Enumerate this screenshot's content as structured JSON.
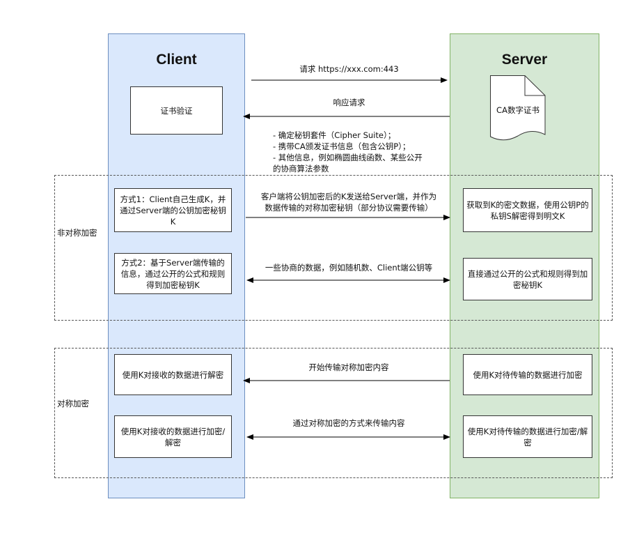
{
  "lanes": {
    "client": "Client",
    "server": "Server"
  },
  "sections": {
    "asymmetric": "非对称加密",
    "symmetric": "对称加密"
  },
  "client_boxes": {
    "cert_verify": "证书验证",
    "method1": "方式1：Client自己生成K，并通过Server端的公钥加密秘钥K",
    "method2": "方式2：基于Server端传输的信息，通过公开的公式和规则得到加密秘钥K",
    "decrypt": "使用K对接收的数据进行解密",
    "encrypt_decrypt": "使用K对接收的数据进行加密/解密"
  },
  "server_boxes": {
    "ca_cert": "CA数字证书",
    "get_k": "获取到K的密文数据，使用公钥P的私钥S解密得到明文K",
    "derive_k": "直接通过公开的公式和规则得到加密秘钥K",
    "encrypt": "使用K对待传输的数据进行加密",
    "encrypt_decrypt": "使用K对待传输的数据进行加密/解密"
  },
  "messages": {
    "request": "请求 https://xxx.com:443",
    "response": "响应请求",
    "response_details": [
      "- 确定秘钥套件（Cipher Suite）；",
      "- 携带CA颁发证书信息（包含公钥P）；",
      "- 其他信息，例如椭圆曲线函数、某些公开",
      "的协商算法参数"
    ],
    "send_k": [
      "客户端将公钥加密后的K发送给Server端，并作为",
      "数据传输的对称加密秘钥（部分协议需要传输）"
    ],
    "negotiate": "一些协商的数据，例如随机数、Client端公钥等",
    "start_transfer": "开始传输对称加密内容",
    "transfer": "通过对称加密的方式来传输内容"
  }
}
